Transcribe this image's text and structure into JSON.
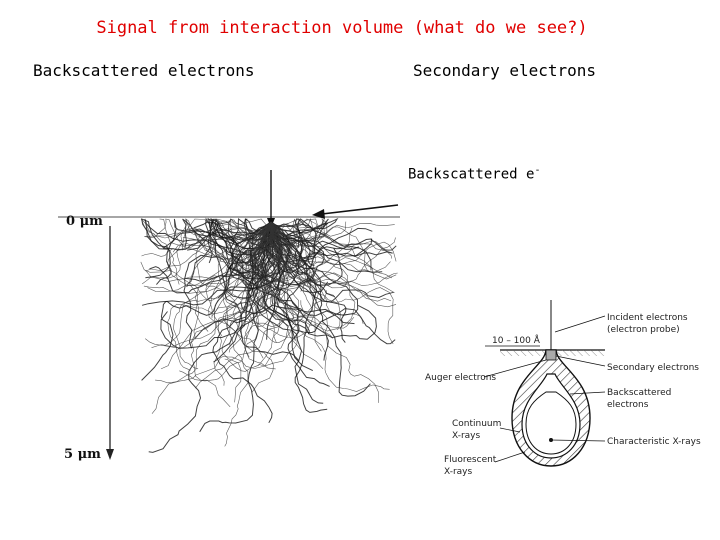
{
  "title": "Signal from interaction volume (what do we see?)",
  "headings": {
    "left": "Backscattered electrons",
    "right": "Secondary electrons"
  },
  "annotation": {
    "text": "Backscattered e",
    "superscript": "-"
  },
  "monte_carlo": {
    "scale_top": "0 μm",
    "scale_bottom": "5 μm"
  },
  "teardrop": {
    "depth_label": "10 – 100 Å",
    "labels": {
      "incident_line1": "Incident electrons",
      "incident_line2": "(electron probe)",
      "secondary": "Secondary electrons",
      "auger": "Auger electrons",
      "backscattered_line1": "Backscattered",
      "backscattered_line2": "electrons",
      "continuum_line1": "Continuum",
      "continuum_line2": "X-rays",
      "characteristic": "Characteristic X-rays",
      "fluorescent_line1": "Fluorescent",
      "fluorescent_line2": "X-rays"
    }
  }
}
